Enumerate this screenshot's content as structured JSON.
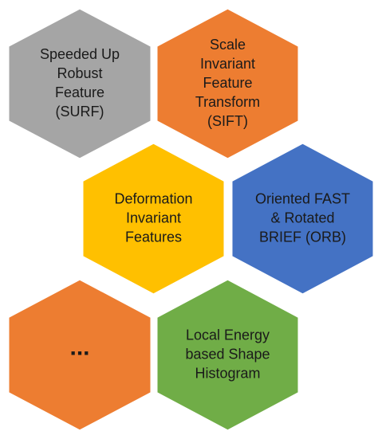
{
  "hexagons": [
    {
      "id": "surf",
      "lines": [
        "Speeded Up",
        "Robust",
        "Feature",
        "(SURF)"
      ],
      "fill": "#a5a5a5",
      "text_color": "dark"
    },
    {
      "id": "sift",
      "lines": [
        "Scale",
        "Invariant",
        "Feature",
        "Transform",
        "(SIFT)"
      ],
      "fill": "#ed7d31",
      "text_color": "dark"
    },
    {
      "id": "dif",
      "lines": [
        "Deformation",
        "Invariant",
        "Features"
      ],
      "fill": "#ffc000",
      "text_color": "dark"
    },
    {
      "id": "orb",
      "lines": [
        "Oriented FAST",
        "& Rotated",
        "BRIEF (ORB)"
      ],
      "fill": "#4472c4",
      "text_color": "dark"
    },
    {
      "id": "more",
      "lines": [
        "..."
      ],
      "fill": "#ed7d31",
      "text_color": "dots"
    },
    {
      "id": "lesh",
      "lines": [
        "Local Energy",
        "based Shape",
        "Histogram"
      ],
      "fill": "#70ad47",
      "text_color": "dark"
    }
  ],
  "border_color": "#ffffff"
}
